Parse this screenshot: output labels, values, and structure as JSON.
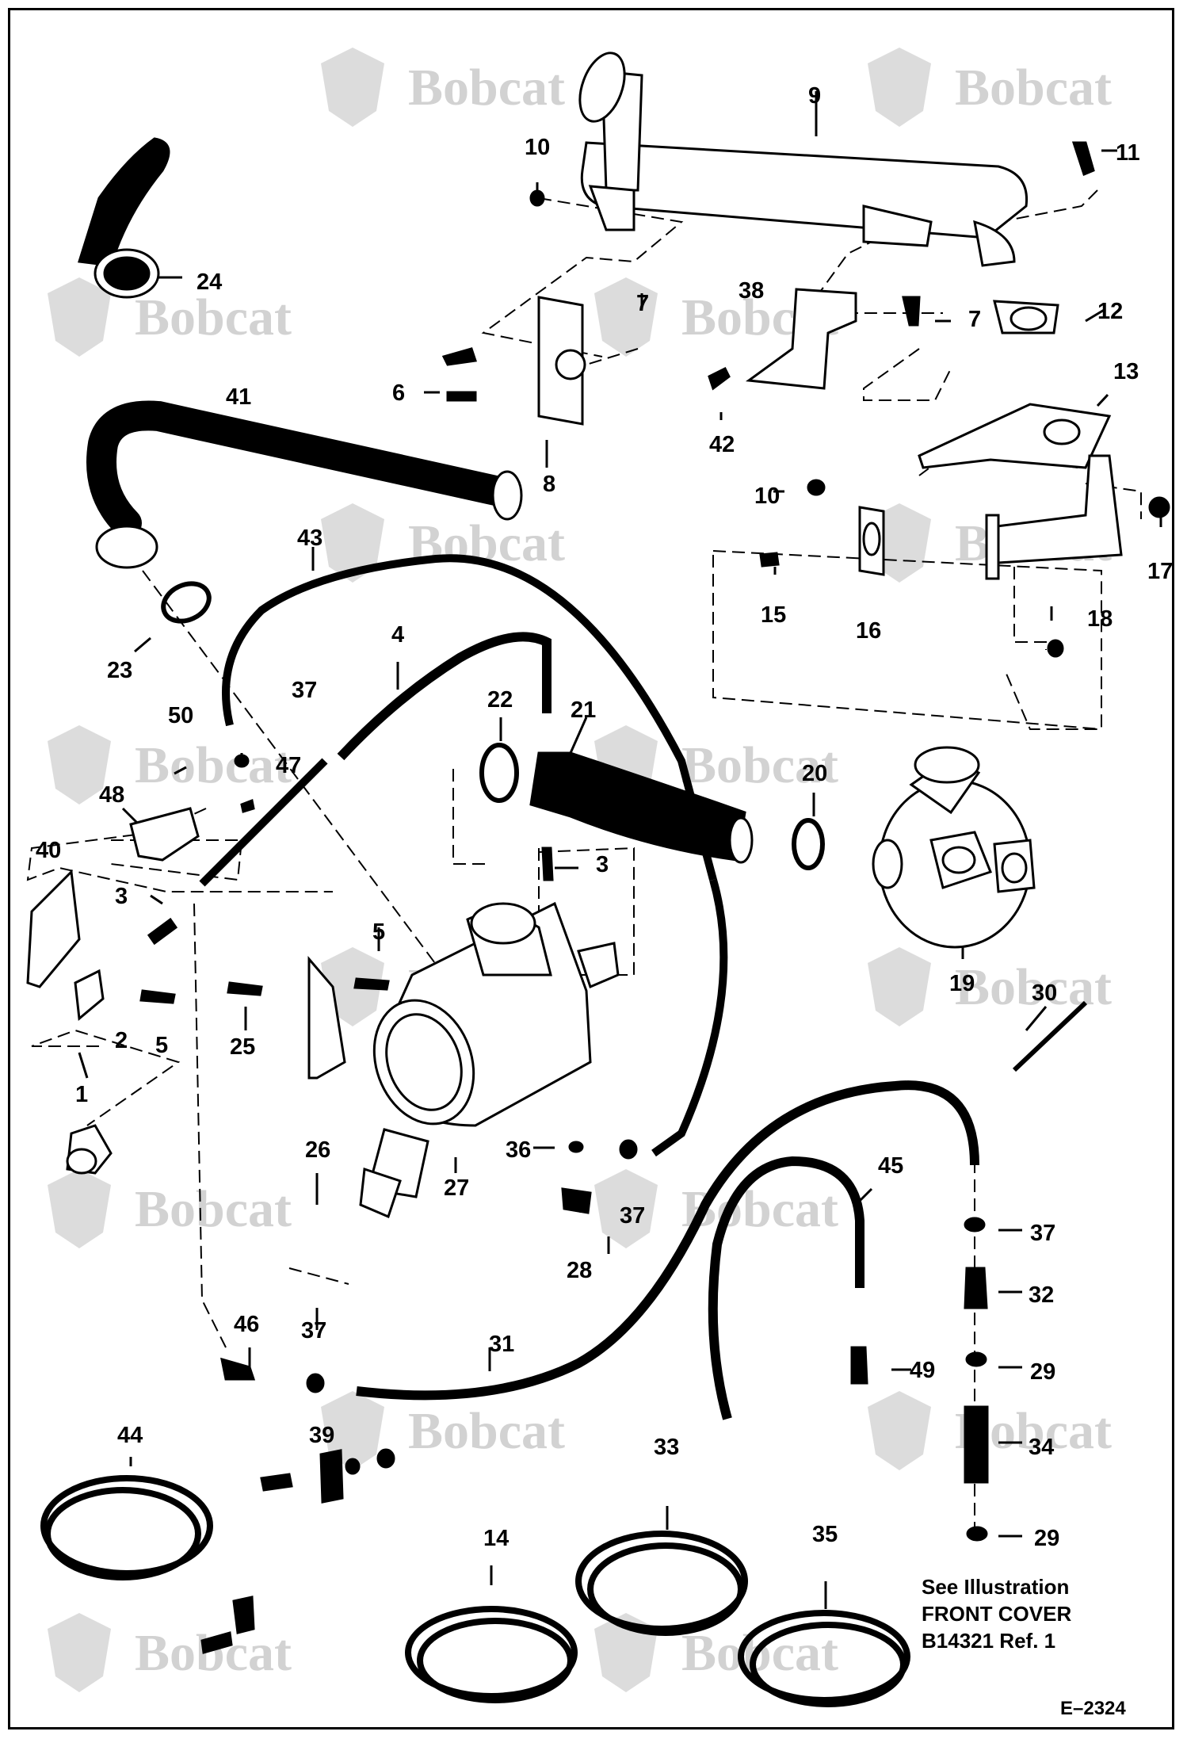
{
  "watermark": "Bobcat",
  "note_lines": [
    "See Illustration",
    "FRONT COVER",
    "B14321 Ref. 1"
  ],
  "drawing_code": "E–2324",
  "callouts": [
    "1",
    "2",
    "3",
    "3",
    "4",
    "5",
    "5",
    "6",
    "7",
    "7",
    "8",
    "9",
    "10",
    "10",
    "11",
    "12",
    "13",
    "14",
    "15",
    "16",
    "17",
    "18",
    "19",
    "20",
    "21",
    "22",
    "23",
    "24",
    "25",
    "26",
    "27",
    "28",
    "29",
    "29",
    "30",
    "31",
    "32",
    "33",
    "34",
    "35",
    "36",
    "37",
    "37",
    "37",
    "37",
    "38",
    "39",
    "40",
    "41",
    "42",
    "43",
    "44",
    "45",
    "46",
    "47",
    "48",
    "49",
    "50"
  ],
  "colors": {
    "ink": "#000000",
    "paper": "#ffffff",
    "watermark": "#d2d2d2"
  }
}
